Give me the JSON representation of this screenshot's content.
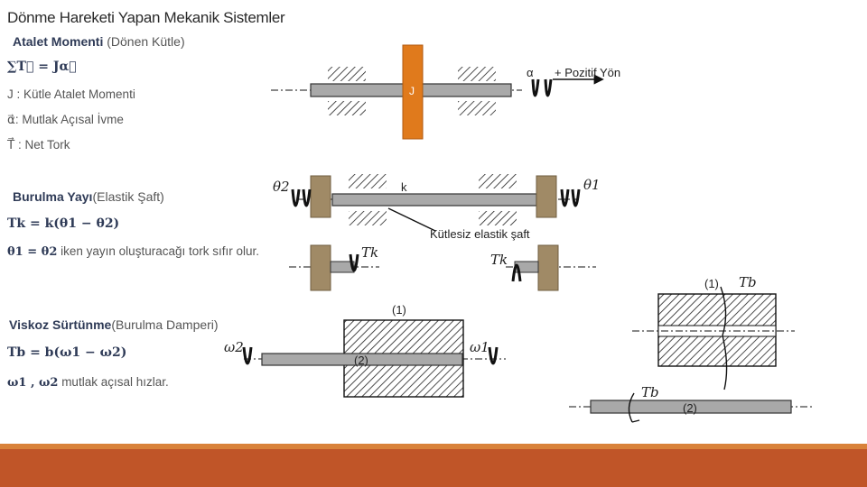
{
  "title": "Dönme Hareketi Yapan Mekanik Sistemler",
  "sections": {
    "inertia": {
      "heading_bold": "Atalet Momenti",
      "heading_rest": " (Dönen Kütle)",
      "equation": "∑T⃗ = Jα⃗",
      "line1": "J : Kütle Atalet Momenti",
      "line2": "α⃗: Mutlak Açısal İvme",
      "line3": "T⃗ : Net Tork"
    },
    "spring": {
      "heading_bold": "Burulma Yayı",
      "heading_rest": "(Elastik Şaft)",
      "equation": "Tk = k(θ1 − θ2)",
      "note_eq": "θ1 = θ2",
      "note_rest": " iken yayın oluşturacağı tork sıfır olur."
    },
    "damper": {
      "heading_bold": "Viskoz Sürtünme",
      "heading_rest": "(Burulma Damperi)",
      "equation": "Tb = b(ω1 − ω2)",
      "note_eq": "ω1 , ω2",
      "note_rest": " mutlak açısal hızlar."
    }
  },
  "diagram_labels": {
    "J": "J",
    "alpha": "α",
    "positive_dir": "+ Pozitif Yön",
    "theta2": "θ2",
    "theta1": "θ1",
    "k": "k",
    "massless_shaft": "Kütlesiz elastik şaft",
    "Tk_left": "Tk",
    "Tk_right": "Tk",
    "node1_a": "(1)",
    "node1_b": "(1)",
    "node2_a": "(2)",
    "node2_b": "(2)",
    "omega2": "ω2",
    "omega1": "ω1",
    "Tb_top": "Tb",
    "Tb_bottom": "Tb"
  },
  "colors": {
    "accent": "#2f3b57",
    "orange_mass": "#e07a1c",
    "brown_block": "#a08a66",
    "shaft": "#a9a9a9",
    "footer": "#c05528"
  }
}
